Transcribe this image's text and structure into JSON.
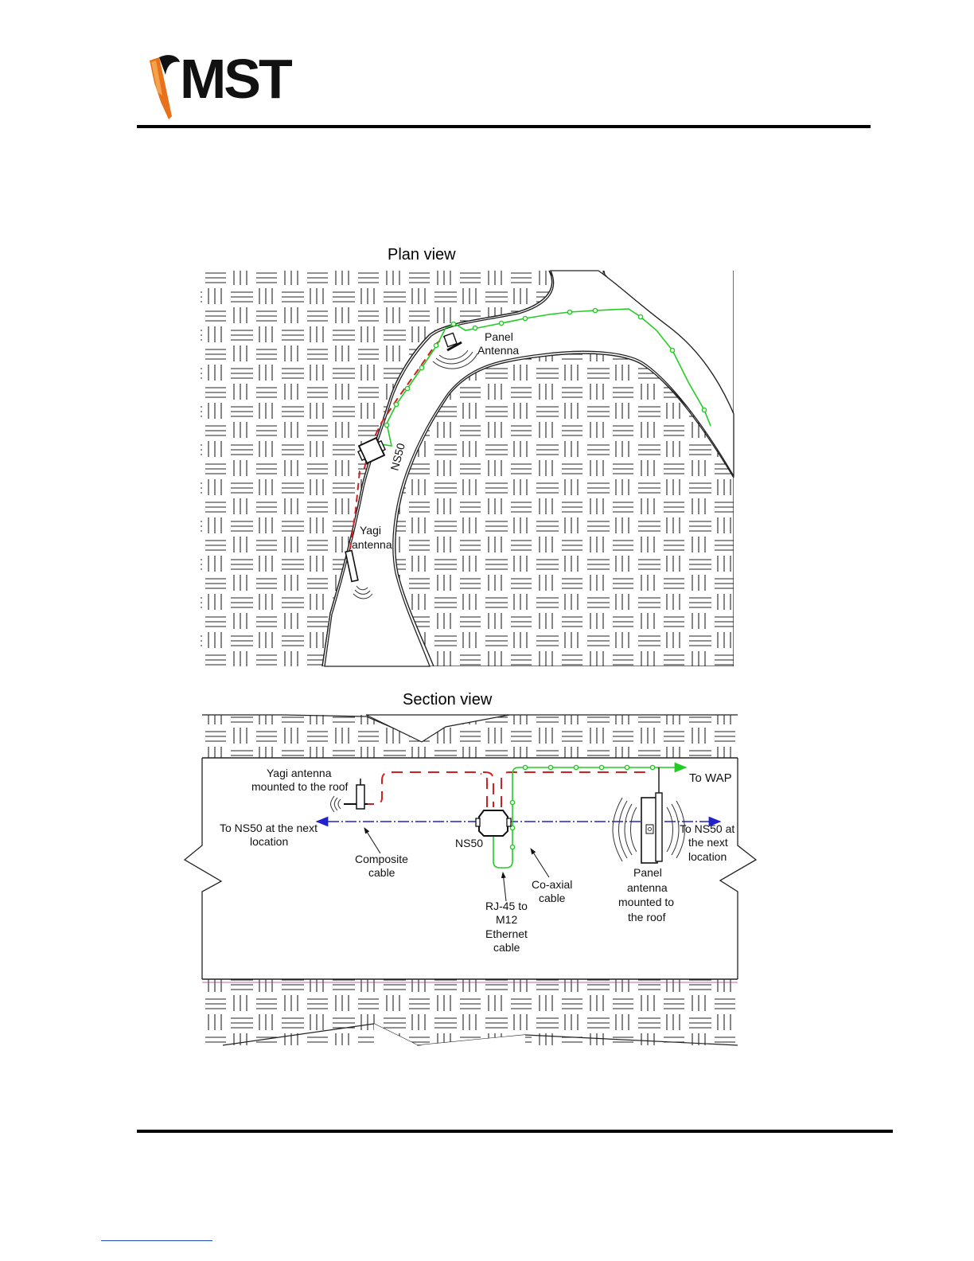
{
  "brand": {
    "logo_text": "MST",
    "accent": "#e8711a"
  },
  "plan_view": {
    "title": "Plan view",
    "labels": {
      "panel_antenna": [
        "Panel",
        "Antenna"
      ],
      "ns50": "NS50",
      "yagi_antenna": [
        "Yagi",
        "antenna"
      ]
    }
  },
  "section_view": {
    "title": "Section view",
    "labels": {
      "yagi_antenna": [
        "Yagi antenna",
        "mounted to the roof"
      ],
      "to_wap": "To WAP",
      "to_ns50_left": [
        "To NS50 at the next",
        "location"
      ],
      "to_ns50_right": [
        "To NS50 at",
        "the next",
        "location"
      ],
      "ns50": "NS50",
      "composite_cable": [
        "Composite",
        "cable"
      ],
      "co_axial_cable": [
        "Co-axial",
        "cable"
      ],
      "rj45_cable": [
        "RJ-45 to",
        "M12",
        "Ethernet",
        "cable"
      ],
      "panel_antenna": [
        "Panel",
        "antenna",
        "mounted to",
        "the roof"
      ]
    }
  },
  "colors": {
    "ethernet": "#22cc22",
    "coax": "#cc2222",
    "composite": "#2222cc"
  }
}
